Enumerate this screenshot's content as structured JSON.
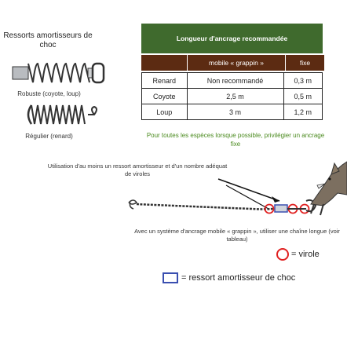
{
  "springs": {
    "title": "Ressorts amortisseurs de choc",
    "robust_caption": "Robuste (coyote, loup)",
    "regular_caption": "Régulier (renard)"
  },
  "table": {
    "header": "Longueur d'ancrage recommandée",
    "col_mobile": "mobile « grappin »",
    "col_fixed": "fixe",
    "rows": [
      {
        "species": "Renard",
        "mobile": "Non recommandé",
        "fixed": "0,3 m"
      },
      {
        "species": "Coyote",
        "mobile": "2,5 m",
        "fixed": "0,5 m"
      },
      {
        "species": "Loup",
        "mobile": "3 m",
        "fixed": "1,2 m"
      }
    ],
    "note": "Pour toutes les espèces lorsque possible, privilégier un ancrage fixe"
  },
  "scene": {
    "caption_top": "Utilisation d'au moins un ressort amortisseur et d'un nombre adéquat de viroles",
    "caption_bottom": "Avec un système d'ancrage mobile « grappin », utiliser une chaîne longue (voir tableau)"
  },
  "legend": {
    "ring_label": "= virole",
    "box_label": "= ressort amortisseur de choc"
  },
  "colors": {
    "header_green": "#3f6a2d",
    "subhead_brown": "#5c2b12",
    "note_green": "#4a8a1e",
    "ring_red": "#e02020",
    "box_blue": "#3a4fb0"
  }
}
